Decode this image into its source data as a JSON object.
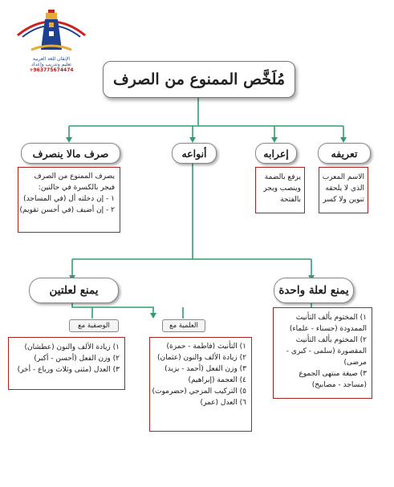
{
  "title": "مُلَخَّص الممنوع من الصرف",
  "logo": {
    "name": "الإتقان للغة العربية",
    "tagline": "تعليم وتدريب وإعداد",
    "phone": "+963775674474",
    "colors": {
      "navy": "#1f3f8f",
      "gold": "#e6a93a",
      "red": "#cc1f1f"
    }
  },
  "branches": {
    "definition": {
      "label": "تعريفه",
      "lines": [
        "الاسم المعرب",
        "الذي لا يلحقه",
        "تنوين ولا كسر"
      ]
    },
    "parsing": {
      "label": "إعرابه",
      "lines": [
        "يرفع بالضمة",
        "وينصب ويجر",
        "بالفتحة"
      ]
    },
    "types": {
      "label": "أنواعه"
    },
    "inflection": {
      "label": "صرف مالا ينصرف",
      "lines": [
        "يصرف الممنوع من الصرف",
        "فيجر بالكسرة في حالتين:",
        "١ - إن دخلته أل (في المساجد)",
        "٢ - إن أضيف (في أحسن تقويم)"
      ]
    }
  },
  "one_cause": {
    "label": "يمنع لعلة واحدة",
    "lines": [
      "١) المختوم بألف التأنيث",
      "الممدودة (حسناء - علماء)",
      "٢) المختوم بألف التأنيث",
      "المقصورة (سلمى - كبرى -",
      "مرضى)",
      "٣) صيغة منتهى الجموع",
      "(مساجد - مصابيح)"
    ]
  },
  "two_causes": {
    "label": "يمنع لعلتين",
    "proper_noun": {
      "tag": "العلمية مع",
      "lines": [
        "١) التأنيث (فاطمة - حمزة)",
        "٢) زيادة الألف والنون (عثمان)",
        "٣) وزن الفعل (أحمد - يزيد)",
        "٤) العجمة (إبراهيم)",
        "٥) التركيب المزجي (حضرموت)",
        "٦) العدل (عمر)"
      ]
    },
    "adjective": {
      "tag": "الوصفية مع",
      "lines": [
        "١) زيادة الألف والنون (عطشان)",
        "٢) وزن الفعل (أحسن - أكبر)",
        "٣) العدل (مثنى وثلاث ورباع - أخر)"
      ]
    }
  }
}
